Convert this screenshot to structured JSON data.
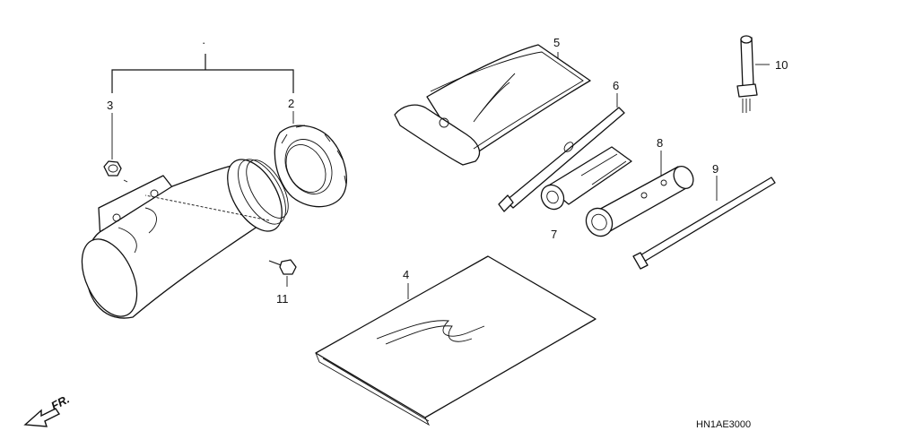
{
  "callouts": [
    {
      "id": "1",
      "text": "·"
    },
    {
      "id": "2",
      "text": "2"
    },
    {
      "id": "3",
      "text": "3"
    },
    {
      "id": "4",
      "text": "4"
    },
    {
      "id": "5",
      "text": "5"
    },
    {
      "id": "6",
      "text": "6"
    },
    {
      "id": "7",
      "text": "7"
    },
    {
      "id": "8",
      "text": "8"
    },
    {
      "id": "9",
      "text": "9"
    },
    {
      "id": "10",
      "text": "10"
    },
    {
      "id": "11",
      "text": "11"
    }
  ],
  "front_arrow_label": "FR.",
  "diagram_code": "HN1AE3000"
}
